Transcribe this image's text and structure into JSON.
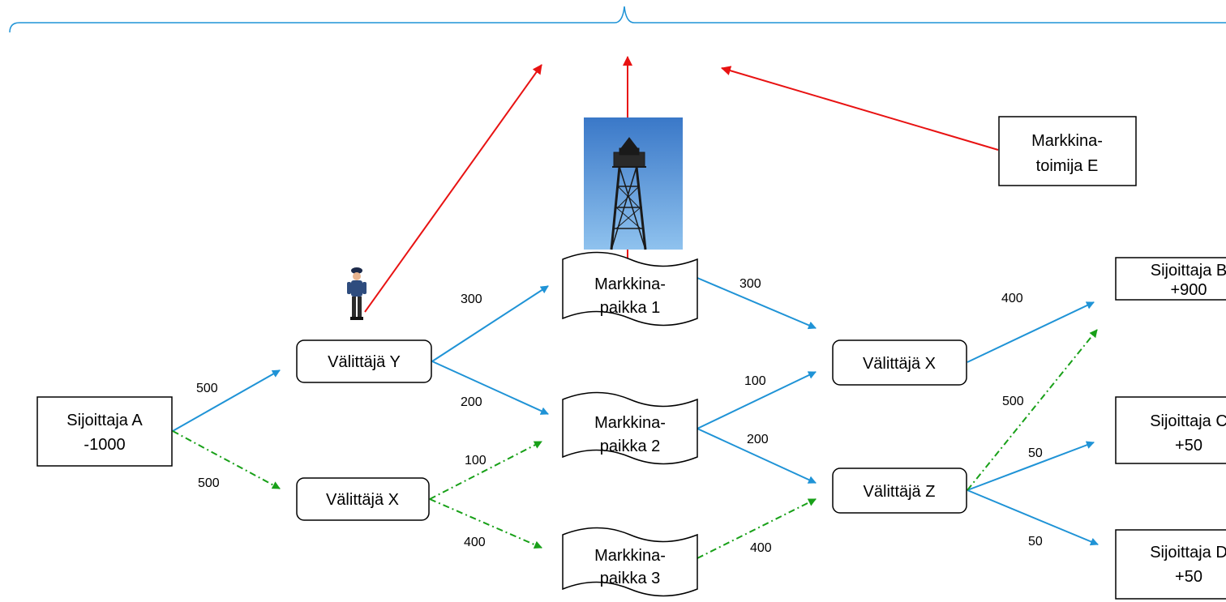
{
  "colors": {
    "blue": "#1f93d6",
    "green": "#18a018",
    "red": "#e81212",
    "border": "#000000"
  },
  "nodes": {
    "sijoittaja_a": [
      "Sijoittaja A",
      "-1000"
    ],
    "valittaja_y": [
      "Välittäjä Y"
    ],
    "valittaja_x_left": [
      "Välittäjä X"
    ],
    "markkinapaikka_1": [
      "Markkina-",
      "paikka 1"
    ],
    "markkinapaikka_2": [
      "Markkina-",
      "paikka 2"
    ],
    "markkinapaikka_3": [
      "Markkina-",
      "paikka 3"
    ],
    "valittaja_x_right": [
      "Välittäjä X"
    ],
    "valittaja_z": [
      "Välittäjä Z"
    ],
    "markkinatoimija_e": [
      "Markkina-",
      "toimija E"
    ],
    "sijoittaja_b": [
      "Sijoittaja B",
      "+900"
    ],
    "sijoittaja_c": [
      "Sijoittaja C",
      "+50"
    ],
    "sijoittaja_d": [
      "Sijoittaja D",
      "+50"
    ]
  },
  "edge_labels": {
    "a_to_y": "500",
    "a_to_x": "500",
    "y_to_m1": "300",
    "y_to_m2": "200",
    "x_to_m2": "100",
    "x_to_m3": "400",
    "m1_to_xr": "300",
    "m2_to_xr": "100",
    "m2_to_z": "200",
    "m3_to_z": "400",
    "xr_to_b": "400",
    "z_to_b": "500",
    "z_to_c": "50",
    "z_to_d": "50"
  },
  "images": {
    "tower": "observation-tower-photo",
    "officer": "police-officer-figure"
  }
}
